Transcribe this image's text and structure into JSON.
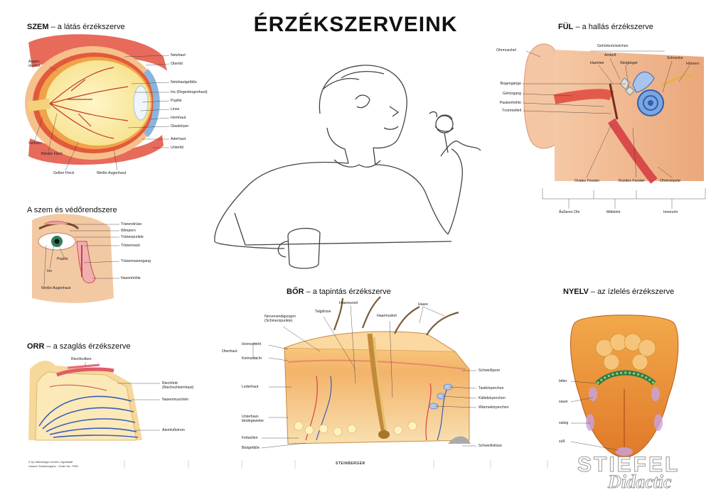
{
  "title": "ÉRZÉKSZERVEINK",
  "eye": {
    "heading_bold": "SZEM",
    "heading_rest": "– a látás érzékszerve",
    "labels_left": [
      "Augen-",
      "muskel",
      "Sehnerv",
      "Blinder Fleck",
      "Gelber Fleck",
      "Weiße Augenhaut"
    ],
    "labels_right": [
      "Netzhaut",
      "Oberlid",
      "Netzhautgefäße",
      "Iris (Regenbogenhaut)",
      "Pupille",
      "Linse",
      "Hornhaut",
      "Glaskörper",
      "Aderhaut",
      "Unterlid"
    ]
  },
  "eye_protect": {
    "heading": "A szem és védőrendszere",
    "labels": [
      "Tränendrüse",
      "Wimpern",
      "Tränenpunkte",
      "Tränensack",
      "Tränennasengang",
      "Nasenhöhle",
      "Pupille",
      "Iris",
      "Weiße Augenhaut"
    ]
  },
  "nose": {
    "heading_bold": "ORR",
    "heading_rest": "– a szaglás érzékszerve",
    "labels": [
      "Riechkolben",
      "Riechfeld",
      "(Riechschleimhaut)",
      "Nasenmuscheln",
      "Atemluftstrom"
    ]
  },
  "skin": {
    "heading_bold": "BŐR",
    "heading_rest": "– a tapintás érzékszerve",
    "labels_top": [
      "Nervenendigungen",
      "(Schmerzpunkte)",
      "Talgdrüse",
      "Haarwurzel",
      "Haarmuskel",
      "Haare"
    ],
    "labels_left": [
      "Hornschicht",
      "Oberhaut",
      "Keimschicht",
      "Lederhaut",
      "Unterhaut-",
      "bindegewebe",
      "Fettzellen",
      "Blutgefäße"
    ],
    "labels_right": [
      "Schweißpore",
      "Tastkörperchen",
      "Kältekörperchen",
      "Wärmekörperchen",
      "Schweißdrüse"
    ]
  },
  "ear": {
    "heading_bold": "FÜL",
    "heading_rest": "– a hallás érzékszerve",
    "labels_top": [
      "Gehörknöchelchen",
      "Amboß",
      "Hammer",
      "Steigbügel",
      "Schnecke",
      "Hörnerv",
      "Ohrmuschel"
    ],
    "labels_left": [
      "Bogengänge",
      "Gehörgang",
      "Paukenhöhle",
      "Trommelfell"
    ],
    "labels_bottom": [
      "Ovales Fenster",
      "Rundes Fenster",
      "Ohrtrompete"
    ],
    "sections": [
      "Äußeres Ohr",
      "Mittelohr",
      "Innenohr"
    ]
  },
  "tongue": {
    "heading_bold": "NYELV",
    "heading_rest": "– az ízlelés érzékszerve",
    "labels": [
      "bitter",
      "sauer",
      "salzig",
      "süß"
    ]
  },
  "footer": {
    "copyright": [
      "© by Steinberger GmbH, Ingolstadt",
      "Unsere Sinnesorgane · Order No. 7050"
    ],
    "brand": "STEINBERGER"
  },
  "watermark": {
    "line1": "STIEFEL",
    "line2": "Didactic"
  }
}
